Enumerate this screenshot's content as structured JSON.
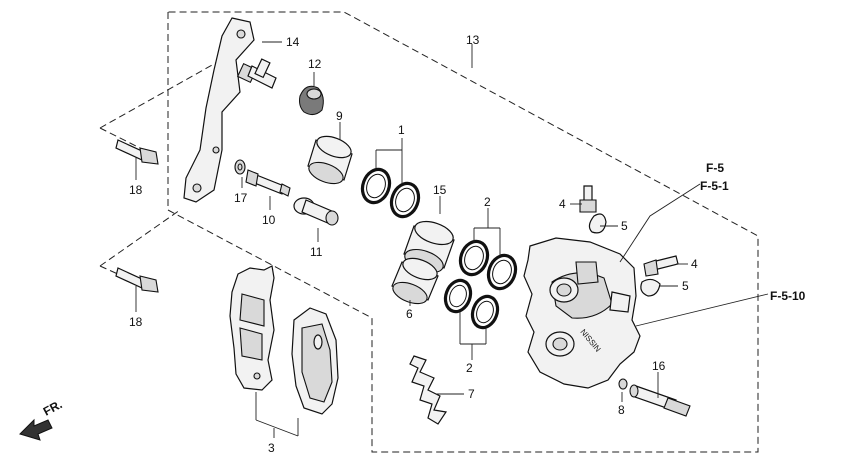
{
  "callouts": {
    "c1": "1",
    "c2a": "2",
    "c2b": "2",
    "c3": "3",
    "c4a": "4",
    "c4b": "4",
    "c5a": "5",
    "c5b": "5",
    "c6": "6",
    "c7": "7",
    "c8": "8",
    "c9": "9",
    "c10": "10",
    "c11": "11",
    "c12": "12",
    "c13": "13",
    "c14": "14",
    "c15": "15",
    "c16": "16",
    "c17": "17",
    "c18a": "18",
    "c18b": "18"
  },
  "references": {
    "f5": "F-5",
    "f51": "F-5-1",
    "f510": "F-5-10"
  },
  "direction": {
    "label": "FR."
  },
  "caliper_mark": "NISSIN"
}
